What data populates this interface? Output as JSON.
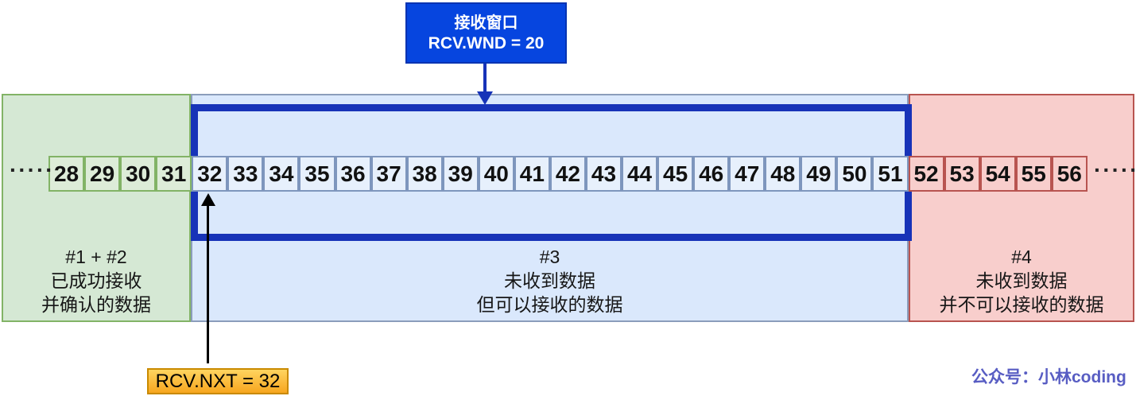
{
  "receive_window_box": {
    "title": "接收窗口",
    "value": "RCV.WND = 20"
  },
  "sequence": {
    "left_ellipsis": "·····",
    "right_ellipsis": "·····",
    "cells": [
      {
        "value": "28",
        "group": "received"
      },
      {
        "value": "29",
        "group": "received"
      },
      {
        "value": "30",
        "group": "received"
      },
      {
        "value": "31",
        "group": "received"
      },
      {
        "value": "32",
        "group": "window"
      },
      {
        "value": "33",
        "group": "window"
      },
      {
        "value": "34",
        "group": "window"
      },
      {
        "value": "35",
        "group": "window"
      },
      {
        "value": "36",
        "group": "window"
      },
      {
        "value": "37",
        "group": "window"
      },
      {
        "value": "38",
        "group": "window"
      },
      {
        "value": "39",
        "group": "window"
      },
      {
        "value": "40",
        "group": "window"
      },
      {
        "value": "41",
        "group": "window"
      },
      {
        "value": "42",
        "group": "window"
      },
      {
        "value": "43",
        "group": "window"
      },
      {
        "value": "44",
        "group": "window"
      },
      {
        "value": "45",
        "group": "window"
      },
      {
        "value": "46",
        "group": "window"
      },
      {
        "value": "47",
        "group": "window"
      },
      {
        "value": "48",
        "group": "window"
      },
      {
        "value": "49",
        "group": "window"
      },
      {
        "value": "50",
        "group": "window"
      },
      {
        "value": "51",
        "group": "window"
      },
      {
        "value": "52",
        "group": "future"
      },
      {
        "value": "53",
        "group": "future"
      },
      {
        "value": "54",
        "group": "future"
      },
      {
        "value": "55",
        "group": "future"
      },
      {
        "value": "56",
        "group": "future"
      }
    ]
  },
  "regions": {
    "received": {
      "lines": [
        "#1 + #2",
        "已成功接收",
        "并确认的数据"
      ]
    },
    "window": {
      "lines": [
        "#3",
        "未收到数据",
        "但可以接收的数据"
      ]
    },
    "future": {
      "lines": [
        "#4",
        "未收到数据",
        "并不可以接收的数据"
      ]
    }
  },
  "rcv_nxt_box": {
    "label": "RCV.NXT = 32"
  },
  "footer": {
    "watermark": "公众号：小林coding"
  },
  "colors": {
    "received_fill": "#d5e8d4",
    "received_border": "#82b366",
    "window_fill": "#dae8fc",
    "window_cell_border": "#7e96bd",
    "window_outline": "#1733b8",
    "future_fill": "#f8cecc",
    "future_border": "#b85450",
    "callout_fill": "#0645df",
    "rcv_nxt_fill_top": "#ffd45f",
    "rcv_nxt_fill_bottom": "#f7a61f",
    "rcv_nxt_border": "#c98a00",
    "watermark_color": "#585dc3"
  }
}
